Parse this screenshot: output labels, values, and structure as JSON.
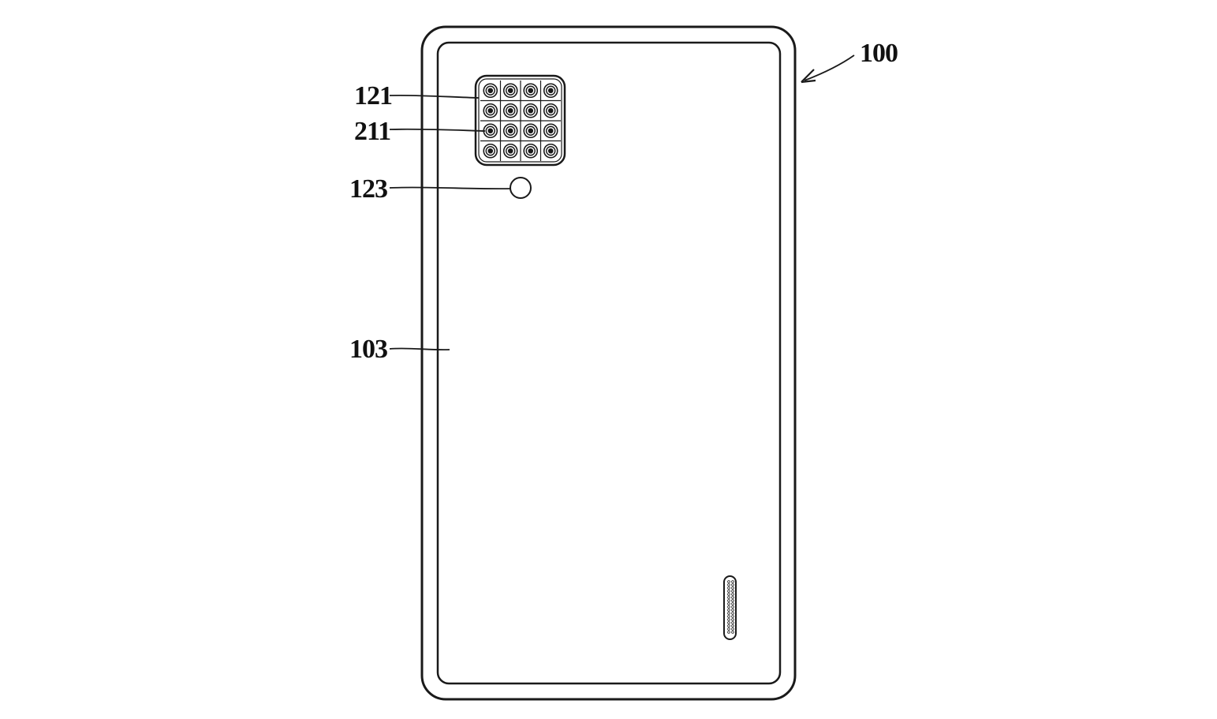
{
  "figure": {
    "labels": {
      "device": "100",
      "camera_module": "121",
      "camera_lens": "211",
      "flash": "123",
      "rear_case": "103"
    },
    "camera_array": {
      "rows": 4,
      "cols": 4
    },
    "colors": {
      "line": "#1a1a1a",
      "background": "#ffffff"
    }
  }
}
